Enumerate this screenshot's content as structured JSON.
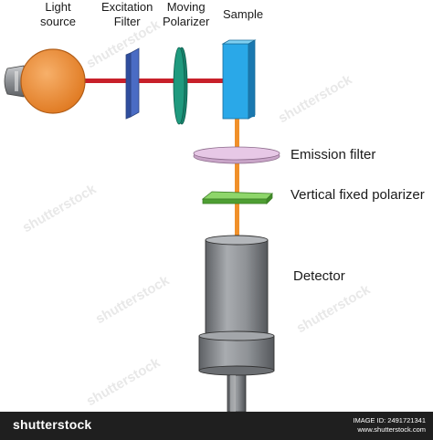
{
  "labels": {
    "light_source": [
      "Light",
      "source"
    ],
    "excitation_filter": [
      "Excitation",
      "Filter"
    ],
    "moving_polarizer": [
      "Moving",
      "Polarizer"
    ],
    "sample": "Sample",
    "emission_filter": "Emission filter",
    "vertical_polarizer": "Vertical fixed polarizer",
    "detector": "Detector"
  },
  "colors": {
    "excitation_beam": "#c8202a",
    "emission_beam": "#f0902a",
    "bulb": "#f08a2c",
    "excitation_filter": "#4a6cc4",
    "moving_polarizer": "#1f9a7e",
    "sample": "#2aa8e8",
    "emission_filter": "#e7c8e6",
    "vertical_polarizer": "#6cc24a",
    "detector": "#8f9296"
  },
  "watermark": {
    "text": "shutterstock"
  },
  "footer": {
    "brand": "shutterstock",
    "image_id": "IMAGE ID: 2491721341",
    "site": "www.shutterstock.com"
  }
}
